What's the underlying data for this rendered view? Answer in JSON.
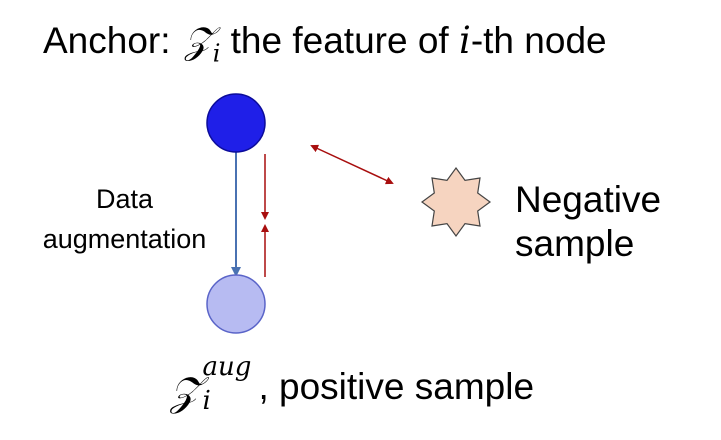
{
  "anchor": {
    "prefix": "Anchor:",
    "symbol": "𝒵",
    "subscript": "i",
    "rest_before": "the feature of",
    "index": "i",
    "rest_after": "-th node"
  },
  "augmentation": {
    "line1": "Data",
    "line2": "augmentation"
  },
  "negative": {
    "line1": "Negative",
    "line2": "sample"
  },
  "positive": {
    "symbol": "𝒵",
    "superscript": "aug",
    "subscript": "i",
    "text": ", positive sample"
  },
  "colors": {
    "anchor_node": "#1f1fe8",
    "positive_node": "#b7bbf2",
    "negative_star": "#f6d4c0",
    "arrow_red": "#a80e0e",
    "arrow_blue": "#4a72b2"
  }
}
